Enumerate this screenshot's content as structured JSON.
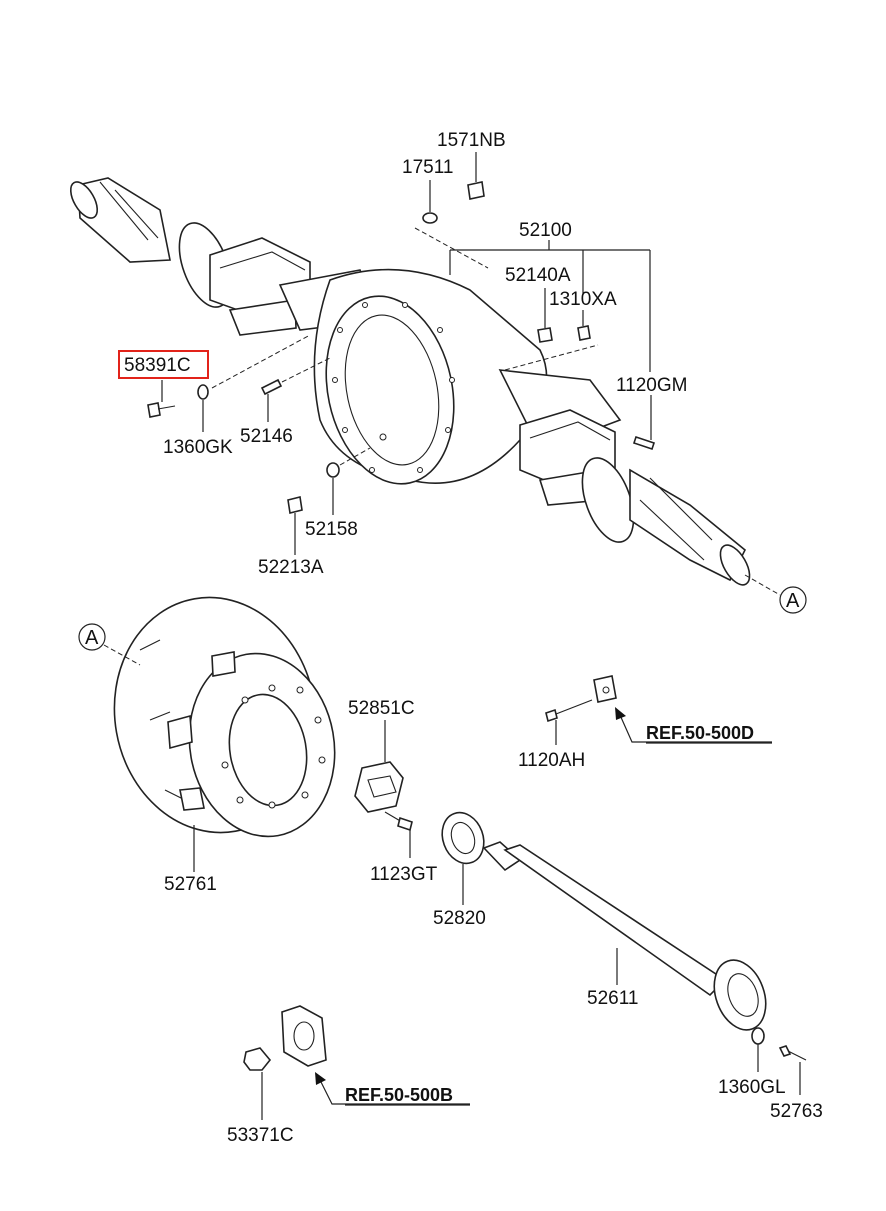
{
  "labels": {
    "p1571NB": "1571NB",
    "p17511": "17511",
    "p52100": "52100",
    "p52140A": "52140A",
    "p1310XA": "1310XA",
    "p58391C": "58391C",
    "p1120GM": "1120GM",
    "p1360GK": "1360GK",
    "p52146": "52146",
    "p52158": "52158",
    "p52213A": "52213A",
    "p52851C": "52851C",
    "p1120AH": "1120AH",
    "p52761": "52761",
    "p1123GT": "1123GT",
    "p52820": "52820",
    "p52611": "52611",
    "p53371C": "53371C",
    "p1360GL": "1360GL",
    "p52763": "52763"
  },
  "references": {
    "ref_500D": "REF.50-500D",
    "ref_500B": "REF.50-500B"
  },
  "connectors": {
    "a_top": "A",
    "a_left": "A"
  },
  "highlight": {
    "part": "58391C",
    "color": "#e2231a"
  }
}
